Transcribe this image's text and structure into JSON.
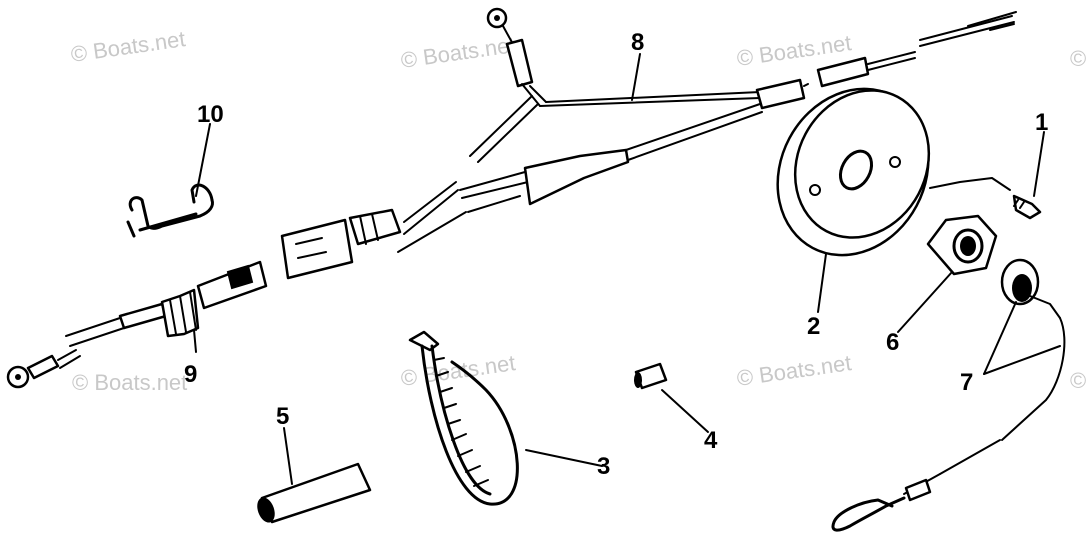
{
  "watermarks": [
    "© Boats.net",
    "© Boats.net",
    "© Boats.net",
    "© Boats.net",
    "© Boats.net",
    "© Boats.net",
    "© Boats.net",
    "© Boats.net"
  ],
  "callouts": {
    "c1": "1",
    "c2": "2",
    "c3": "3",
    "c4": "4",
    "c5": "5",
    "c6": "6",
    "c7": "7",
    "c8": "8",
    "c9": "9",
    "c10": "10"
  }
}
